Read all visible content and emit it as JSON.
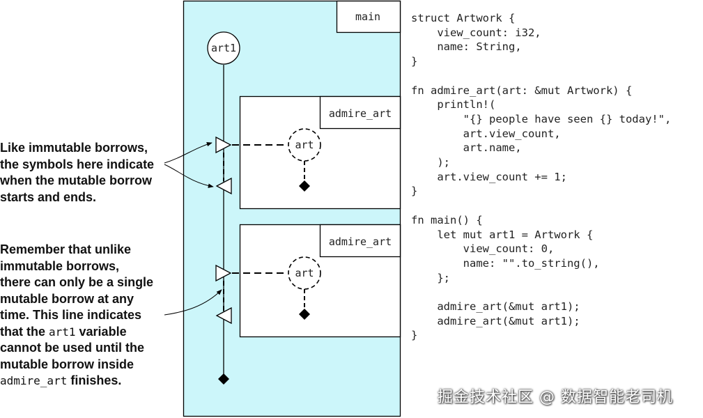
{
  "frames": {
    "main": {
      "label": "main"
    },
    "call_1": {
      "label": "admire_art"
    },
    "call_2": {
      "label": "admire_art"
    }
  },
  "variables": {
    "art1": "art1",
    "art_1": "art",
    "art_2": "art"
  },
  "annotations": {
    "note_1": {
      "lines": [
        "Like immutable borrows,",
        "the symbols here indicate",
        "when the mutable borrow",
        "starts and ends."
      ]
    },
    "note_2": {
      "line_1": "Remember that unlike",
      "line_2": "immutable borrows,",
      "line_3": "there can only be a single",
      "line_4": "mutable borrow at any",
      "line_5": "time. This line indicates",
      "line_6_pre": "that the ",
      "line_6_code": "art1",
      "line_6_post": " variable",
      "line_7": "cannot be used until the",
      "line_8": "mutable borrow inside",
      "line_9_code": "admire_art",
      "line_9_post": " finishes."
    }
  },
  "code": {
    "lines": [
      "struct Artwork {",
      "    view_count: i32,",
      "    name: String,",
      "}",
      "",
      "fn admire_art(art: &mut Artwork) {",
      "    println!(",
      "        \"{} people have seen {} today!\",",
      "        art.view_count,",
      "        art.name,",
      "    );",
      "    art.view_count += 1;",
      "}",
      "",
      "fn main() {",
      "    let mut art1 = Artwork {",
      "        view_count: 0,",
      "        name: \"\".to_string(),",
      "    };",
      "",
      "    admire_art(&mut art1);",
      "    admire_art(&mut art1);",
      "}"
    ]
  },
  "watermark": "掘金技术社区 @ 数据智能老司机",
  "colors": {
    "main_frame_fill": "#ccf6fa",
    "stroke": "#000000",
    "box_fill": "#ffffff"
  }
}
